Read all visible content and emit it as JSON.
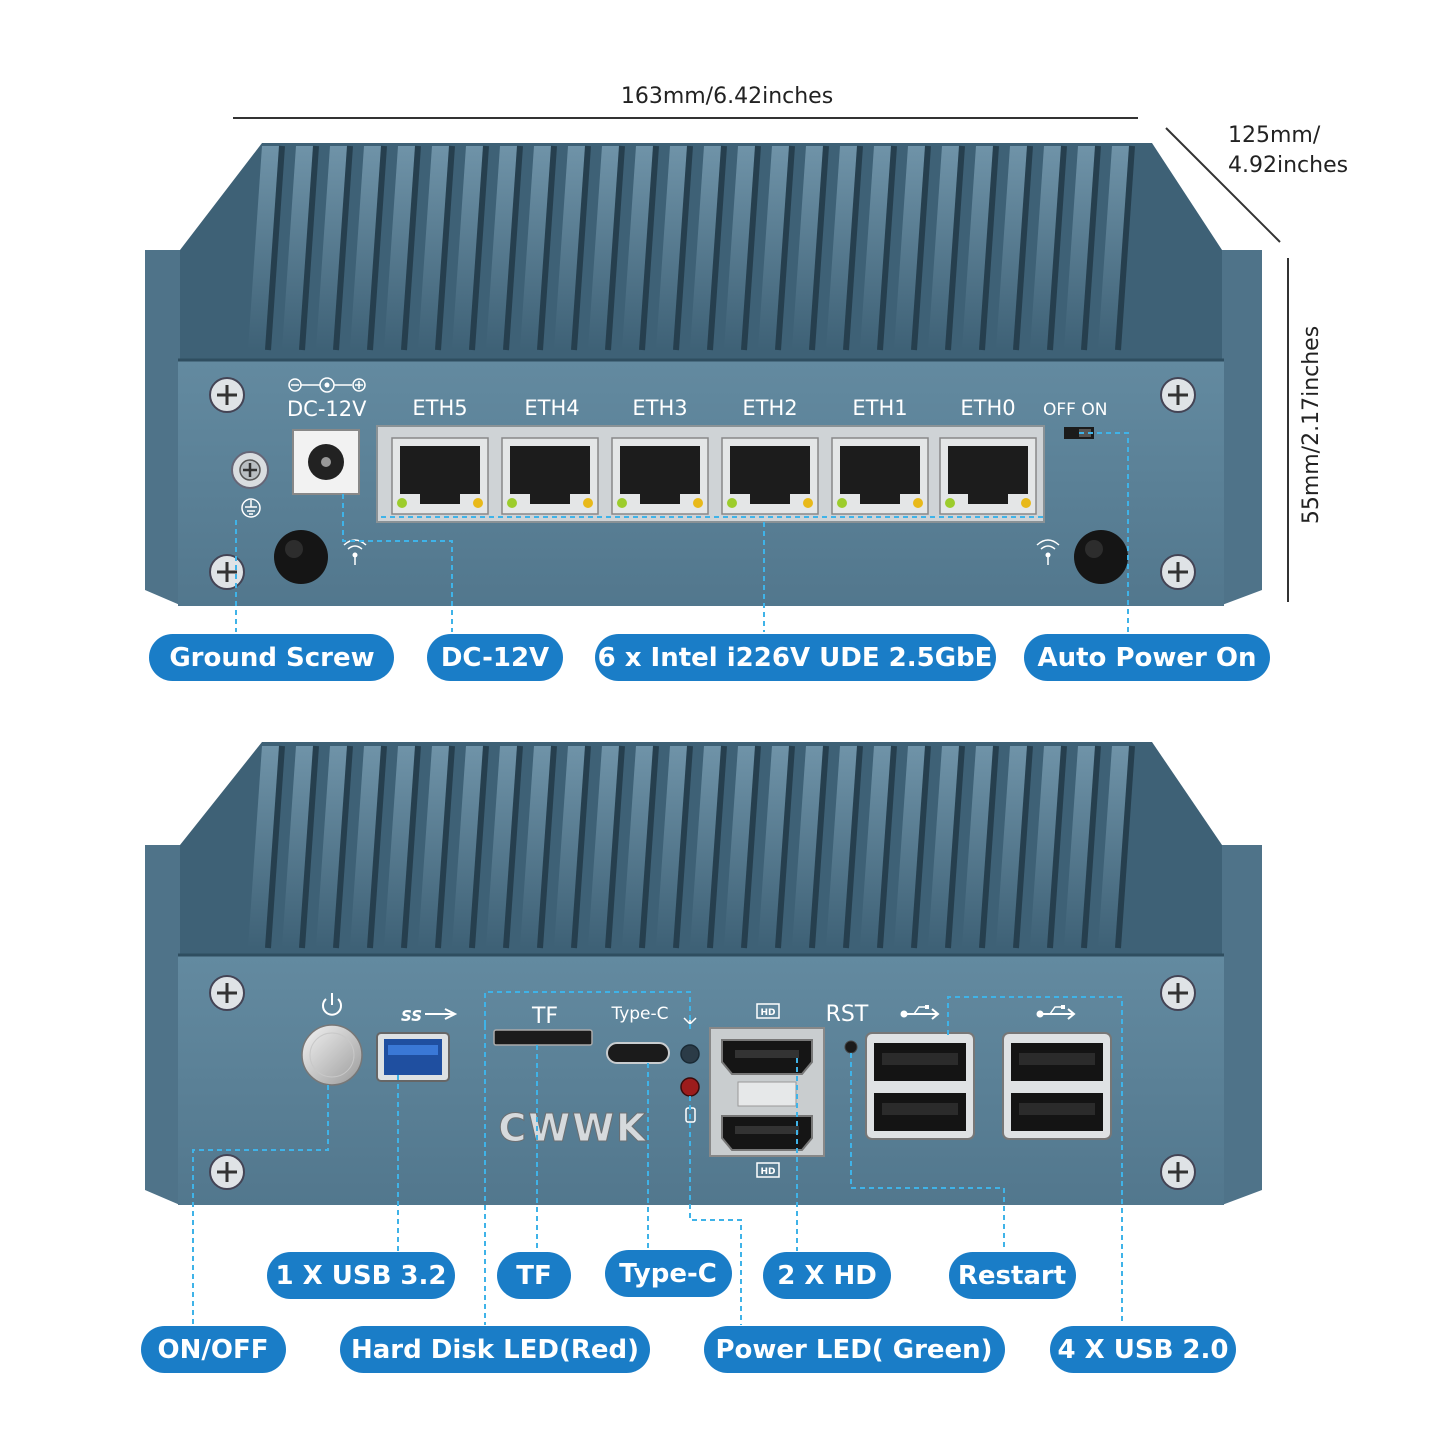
{
  "dimensions": {
    "width": "163mm/6.42inches",
    "depth_line1": "125mm/",
    "depth_line2": "4.92inches",
    "height": "55mm/2.17inches"
  },
  "rear_panel": {
    "power_jack_label": "DC-12V",
    "eth_ports": [
      "ETH5",
      "ETH4",
      "ETH3",
      "ETH2",
      "ETH1",
      "ETH0"
    ],
    "switch_label": "OFF ON"
  },
  "front_panel": {
    "tf_label": "TF",
    "typec_label": "Type-C",
    "rst_label": "RST",
    "brand_logo": "CWWK"
  },
  "callouts_rear": [
    {
      "id": "ground",
      "text": "Ground Screw"
    },
    {
      "id": "dc",
      "text": "DC-12V"
    },
    {
      "id": "eth",
      "text": "6 x Intel i226V UDE 2.5GbE"
    },
    {
      "id": "autopower",
      "text": "Auto Power On"
    }
  ],
  "callouts_front": [
    {
      "id": "usb32",
      "text": "1 X USB 3.2"
    },
    {
      "id": "tf",
      "text": "TF"
    },
    {
      "id": "typec",
      "text": "Type-C"
    },
    {
      "id": "hd",
      "text": "2 X HD"
    },
    {
      "id": "restart",
      "text": "Restart"
    },
    {
      "id": "onoff",
      "text": "ON/OFF"
    },
    {
      "id": "hddled",
      "text": "Hard Disk LED(Red)"
    },
    {
      "id": "powerled",
      "text": "Power LED( Green)"
    },
    {
      "id": "usb20",
      "text": "4 X USB 2.0"
    }
  ],
  "colors": {
    "chassis": "#5b8198",
    "chassis_dark": "#2c4a5c",
    "callout_pill": "#1a7dc7",
    "leader_line": "#3fb3e8"
  }
}
